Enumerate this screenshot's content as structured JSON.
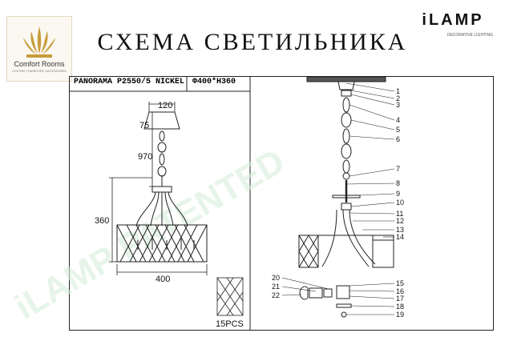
{
  "brand_left": {
    "name": "Comfort Rooms",
    "tagline": "LIGHTING | FURNITURE | ACCESSORIES"
  },
  "brand_right": {
    "name": "iLAMP",
    "tagline": "DECORATIVE LIGHTING"
  },
  "title": "СХЕМА СВЕТИЛЬНИКА",
  "model": "PANORAMA P2550/5 NICKEL",
  "size": "Φ400*H360",
  "watermark": "iLAMP PATENTED",
  "dimensions": {
    "canopy_width": "120",
    "canopy_height": "75",
    "chain_length": "970",
    "body_height": "360",
    "body_width": "400"
  },
  "shade_count": "15PCS",
  "callouts": [
    "1",
    "2",
    "3",
    "4",
    "5",
    "6",
    "7",
    "8",
    "9",
    "10",
    "11",
    "12",
    "13",
    "14",
    "15",
    "16",
    "17",
    "18",
    "19",
    "20",
    "21",
    "22"
  ]
}
